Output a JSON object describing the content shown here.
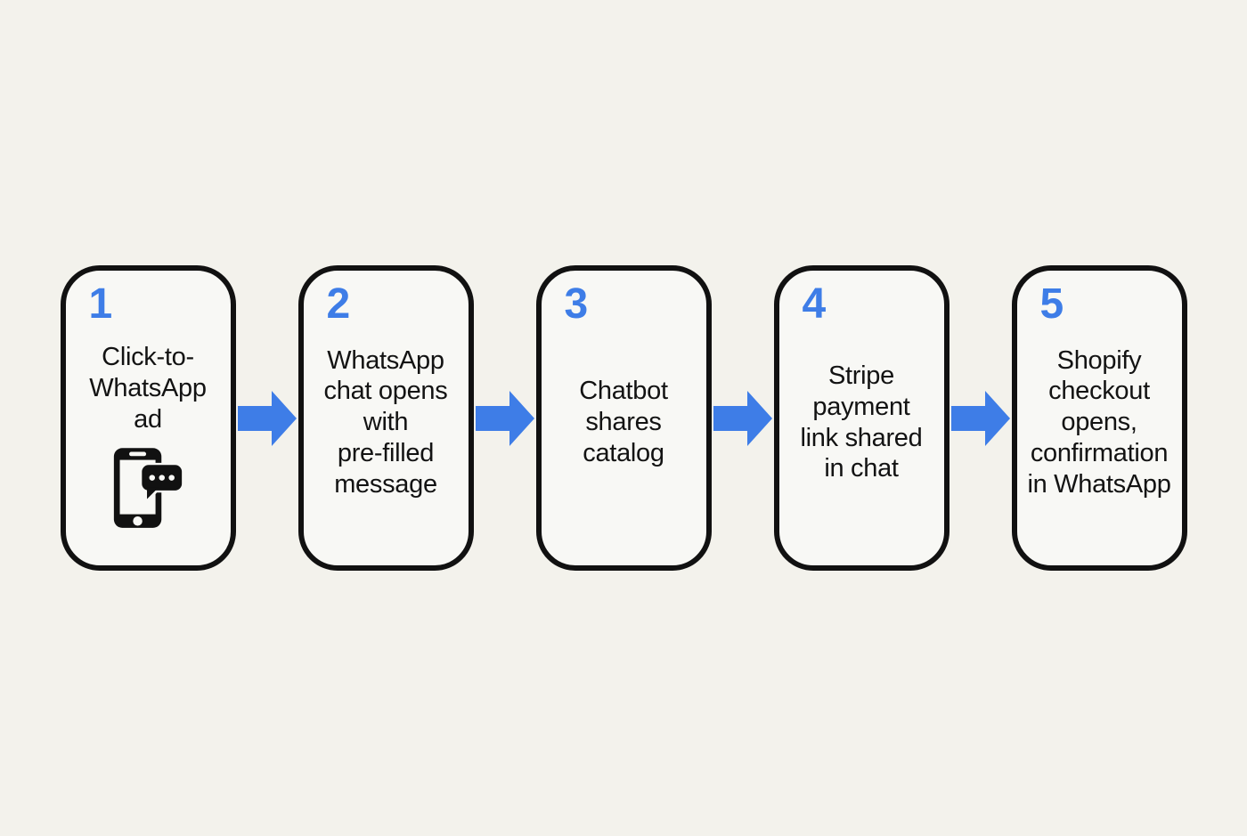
{
  "colors": {
    "background": "#f3f2ec",
    "card_fill": "#f8f8f5",
    "card_border": "#111111",
    "accent_blue": "#3e7de7",
    "text": "#131313"
  },
  "diagram": {
    "type": "process-flow",
    "direction": "left-to-right",
    "connector": "right-arrow-icon"
  },
  "steps": [
    {
      "number": "1",
      "text": "Click-to-\nWhatsApp\nad",
      "icon": "phone-chat-icon"
    },
    {
      "number": "2",
      "text": "WhatsApp\nchat opens\nwith\npre-filled\nmessage"
    },
    {
      "number": "3",
      "text": "Chatbot\nshares\ncatalog"
    },
    {
      "number": "4",
      "text": "Stripe\npayment\nlink shared\nin chat"
    },
    {
      "number": "5",
      "text": "Shopify\ncheckout\nopens,\nconfirmation\nin WhatsApp"
    }
  ]
}
